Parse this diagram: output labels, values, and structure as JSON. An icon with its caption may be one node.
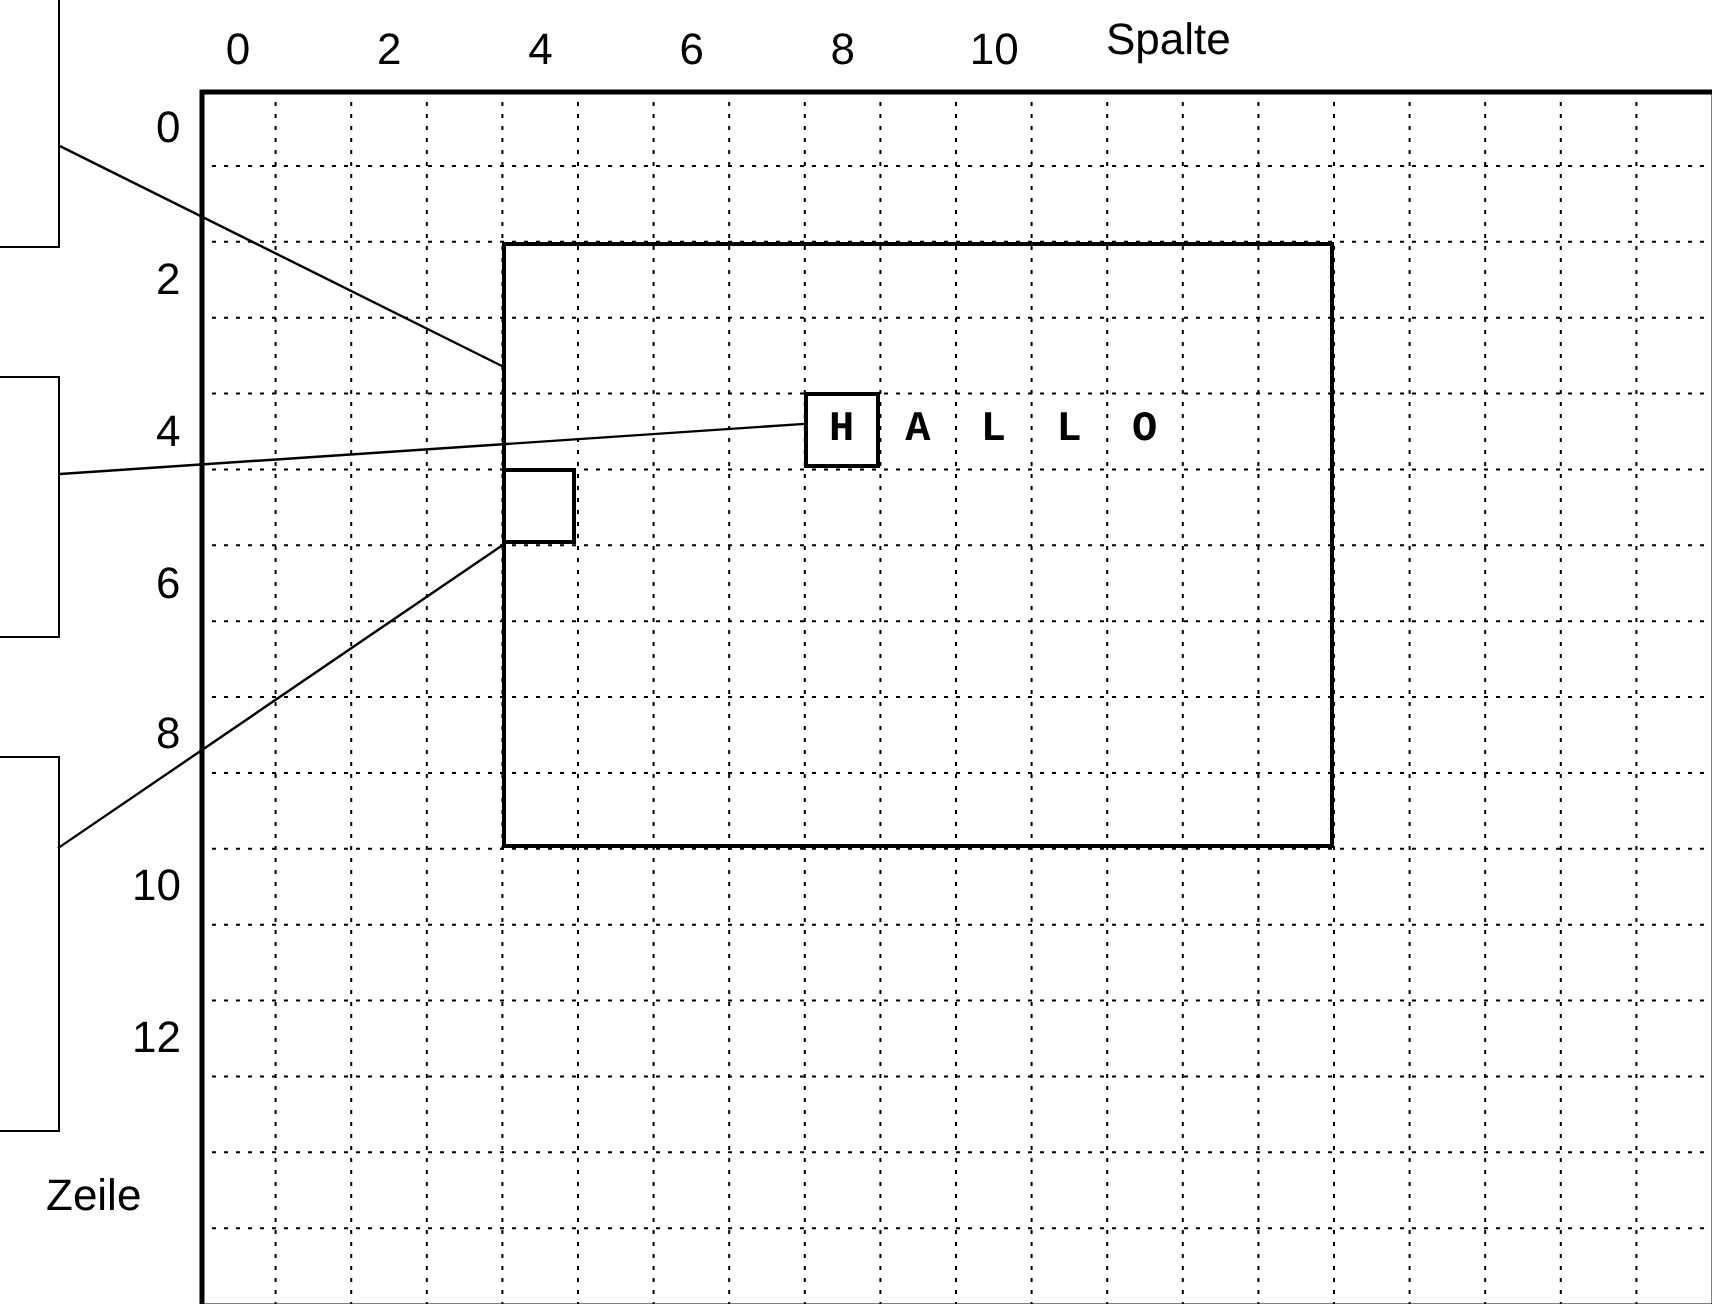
{
  "diagram": {
    "nodes": [
      {
        "text": [],
        "shape": "box"
      },
      {
        "text": [],
        "shape": "box"
      },
      {
        "text": [],
        "shape": "box"
      },
      {
        "text": [],
        "shape": "box"
      },
      {
        "text": [
          "H"
        ],
        "in": 3
      },
      {
        "text": [],
        "shape": "box",
        "in": 3
      }
    ],
    "edges": [
      {
        "from": 0,
        "to": 3,
        "arrow": "none"
      },
      {
        "from": 1,
        "to": 4,
        "arrow": "none"
      },
      {
        "from": 2,
        "to": 5,
        "arrow": "none"
      }
    ],
    "labels": [
      "0",
      "2",
      "4",
      "6",
      "8",
      "10",
      "Spalte",
      "0",
      "2",
      "4",
      "A",
      "L",
      "L",
      "O",
      "6",
      "8",
      "10",
      "12",
      "Zeile"
    ]
  }
}
